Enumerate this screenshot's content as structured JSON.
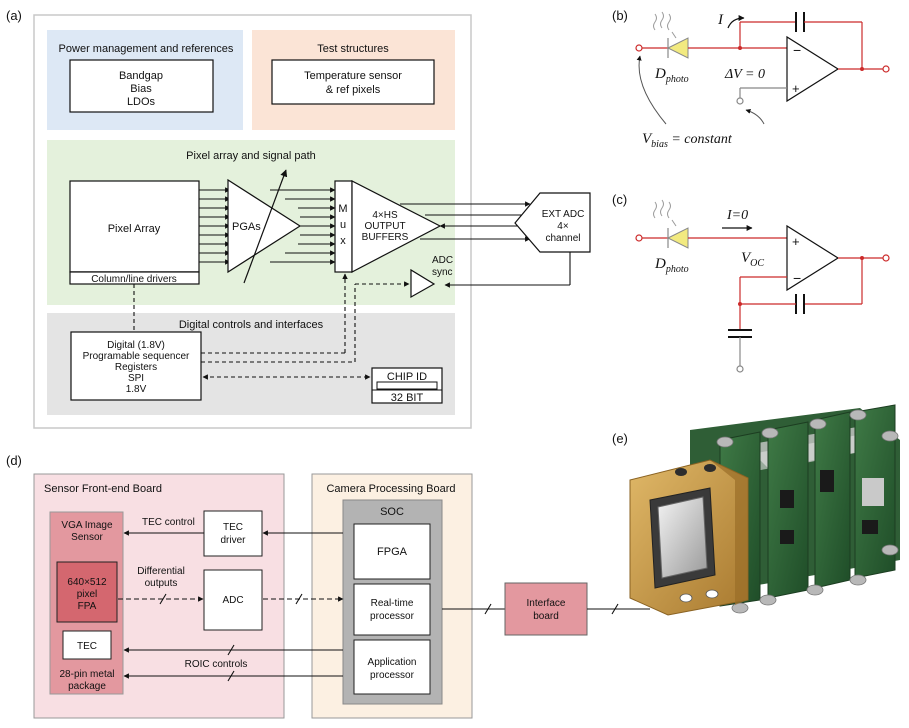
{
  "panels": {
    "a": "(a)",
    "b": "(b)",
    "c": "(c)",
    "d": "(d)",
    "e": "(e)"
  },
  "a": {
    "power_title": "Power management and references",
    "power_box": [
      "Bandgap",
      "Bias",
      "LDOs"
    ],
    "test_title": "Test structures",
    "test_box": [
      "Temperature sensor",
      "& ref pixels"
    ],
    "signal_title": "Pixel array and signal path",
    "pixel_array": "Pixel Array",
    "col_drivers": "Column/line drivers",
    "pgas": "PGAs",
    "mux": [
      "M",
      "u",
      "x"
    ],
    "buffers": [
      "4×HS",
      "OUTPUT",
      "BUFFERS"
    ],
    "ext_adc": [
      "EXT ADC",
      "4×",
      "channel"
    ],
    "adc_sync": [
      "ADC",
      "sync"
    ],
    "digital_title": "Digital controls and interfaces",
    "digital_box": [
      "Digital (1.8V)",
      "Programable sequencer",
      "Registers",
      "SPI",
      "1.8V"
    ],
    "chip_id": "CHIP ID",
    "chip_bits": "32 BIT"
  },
  "b": {
    "current": "I",
    "dv": "ΔV = 0",
    "d_photo_main": "D",
    "d_photo_sub": "photo",
    "vbias_main": "V",
    "vbias_sub": "bias",
    "vbias_rest": " = constant",
    "minus": "−",
    "plus": "+"
  },
  "c": {
    "current": "I=0",
    "d_photo_main": "D",
    "d_photo_sub": "photo",
    "voc_main": "V",
    "voc_sub": "OC",
    "minus": "−",
    "plus": "+"
  },
  "d": {
    "front_title": "Sensor Front-end Board",
    "proc_title": "Camera Processing Board",
    "vga": [
      "VGA Image",
      "Sensor"
    ],
    "fpa": [
      "640×512",
      "pixel",
      "FPA"
    ],
    "tec": "TEC",
    "package": [
      "28-pin metal",
      "package"
    ],
    "tec_control": "TEC control",
    "tec_driver": [
      "TEC",
      "driver"
    ],
    "diff_outputs": [
      "Differential",
      "outputs"
    ],
    "adc": "ADC",
    "roic": "ROIC controls",
    "soc": "SOC",
    "fpga": "FPGA",
    "rt_proc": [
      "Real-time",
      "processor"
    ],
    "app_proc": [
      "Application",
      "processor"
    ],
    "interface": [
      "Interface",
      "board"
    ]
  },
  "colors": {
    "power_bg": "#dde8f5",
    "test_bg": "#fbe4d6",
    "signal_bg": "#e4f1dc",
    "digital_bg": "#e4e4e4",
    "front_bg": "#f8dfe3",
    "proc_bg": "#fcf0e2",
    "red_box": "#e3989f",
    "soc_grey": "#b3b3b3",
    "circuit_red": "#cc2b2b",
    "diode_yellow": "#f2ea80"
  }
}
